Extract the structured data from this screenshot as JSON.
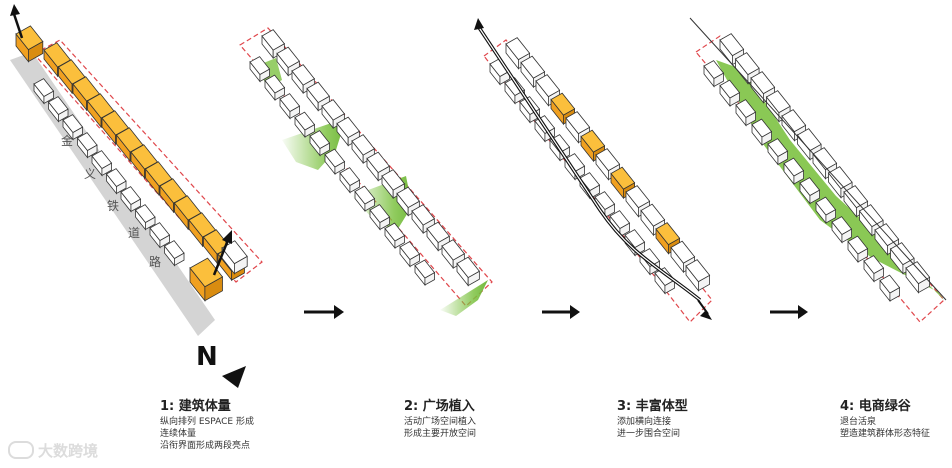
{
  "road_label_chars": [
    "金",
    "义",
    "铁",
    "道",
    "路"
  ],
  "north_label": "N",
  "panels": [
    {
      "title": "1: 建筑体量",
      "lines": [
        "纵向排列 ESPACE 形成",
        "连续体量",
        "沿衔界面形成两段亮点"
      ]
    },
    {
      "title": "2: 广场植入",
      "lines": [
        "活动广场空间植入",
        "形成主要开放空间"
      ]
    },
    {
      "title": "3: 丰富体型",
      "lines": [
        "添加横向连接",
        "进一步围合空间"
      ]
    },
    {
      "title": "4: 电商绿谷",
      "lines": [
        "退台活泉",
        "塑造建筑群体形态特征"
      ]
    }
  ],
  "watermark": "大数跨境",
  "colors": {
    "building_highlight": "#f5a623",
    "green": "#7dc242",
    "boundary": "#e0474c",
    "road": "#d4d4d4",
    "ink": "#222222"
  }
}
